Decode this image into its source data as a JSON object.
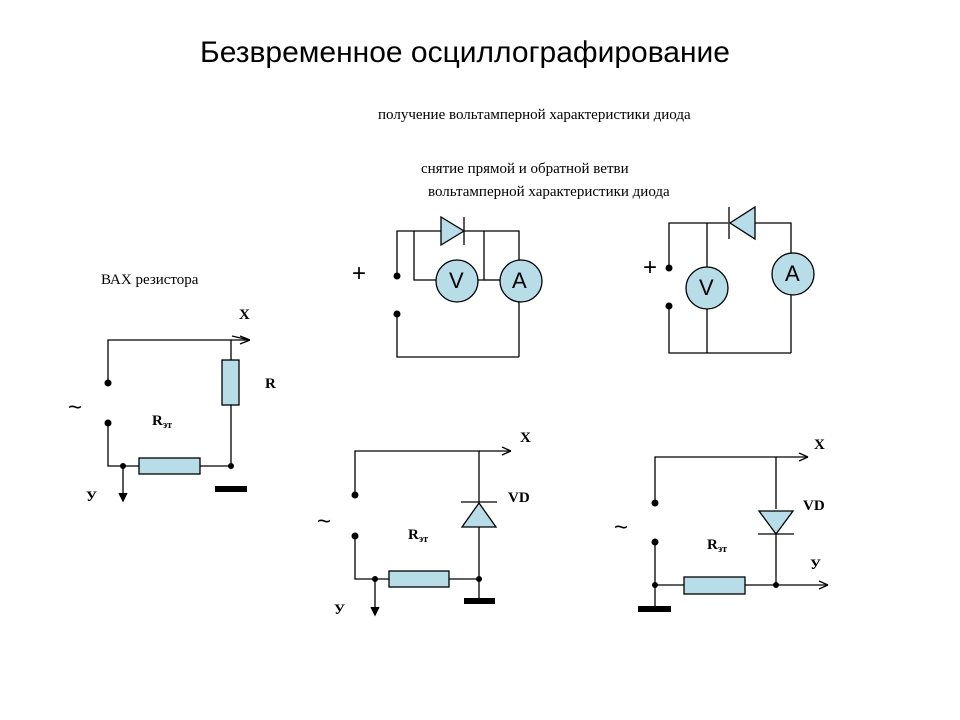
{
  "title": "Безвременное осциллографирование",
  "subtitle": "получение вольтамперной характеристики диода",
  "forward_reverse_line1": "снятие прямой и обратной ветви",
  "forward_reverse_line2": "вольтамперной характеристики диода",
  "resistor_caption": "ВАХ резистора",
  "labels": {
    "plus": "+",
    "tilde": "~",
    "X": "X",
    "Y": "У",
    "R": "R",
    "R_main": "R",
    "R_sub": "эт",
    "VD": "VD",
    "V": "V",
    "A": "A"
  },
  "colors": {
    "component_fill": "#b7dde8",
    "line": "#000000"
  }
}
